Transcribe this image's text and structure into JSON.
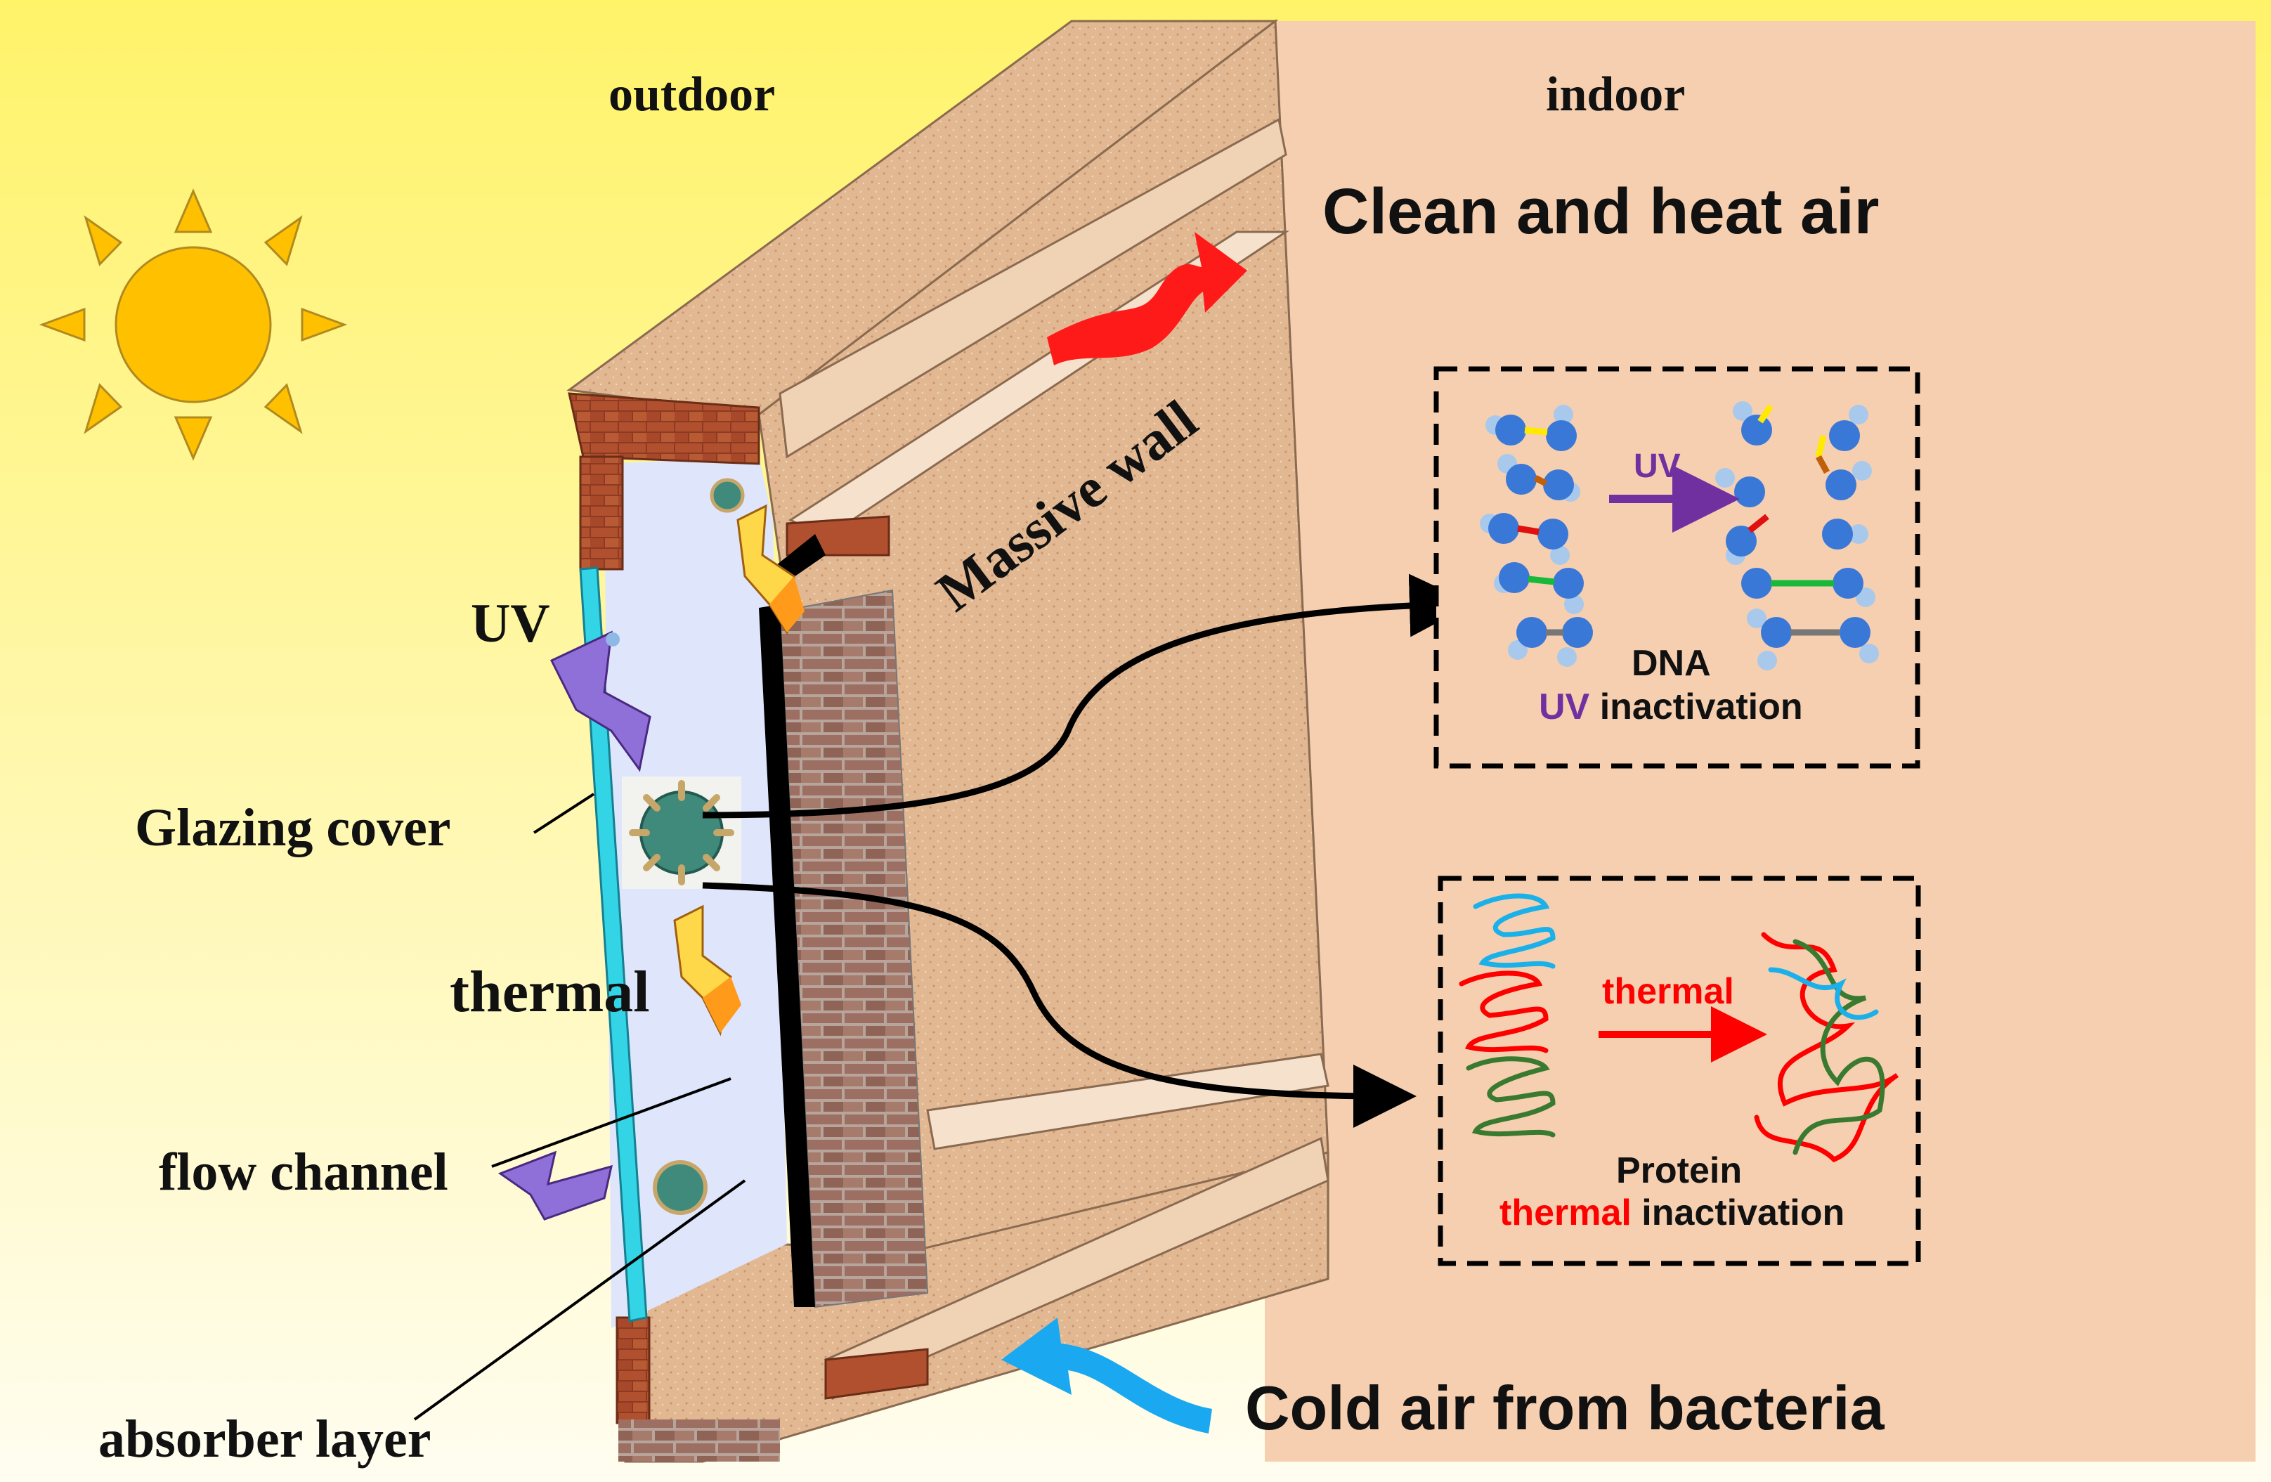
{
  "labels": {
    "outdoor": "outdoor",
    "indoor": "indoor",
    "clean_air": "Clean and heat air",
    "massive_wall": "Massive wall",
    "uv": "UV",
    "glazing_cover": "Glazing cover",
    "thermal": "thermal",
    "flow_channel": "flow channel",
    "absorber_layer": "absorber layer",
    "cold_air": "Cold air from bacteria"
  },
  "dna_box": {
    "arrow_label": "UV",
    "title": "DNA",
    "caption_highlight": "UV",
    "caption_rest": " inactivation"
  },
  "protein_box": {
    "arrow_label": "thermal",
    "title": "Protein",
    "caption_highlight": "thermal",
    "caption_rest": " inactivation"
  },
  "colors": {
    "sky_top": "#fff37a",
    "sky_bottom": "#fffbe8",
    "indoor_bg": "#f5cfb0",
    "wall_face": "#e3b992",
    "glazing": "#33d4e6",
    "channel": "#dfe6fb",
    "sun": "#ffc000",
    "uv_purple": "#7030a0",
    "thermal_red": "#ff0000",
    "hot_arrow": "#ff1a1a",
    "cold_arrow": "#1aa8f0"
  },
  "icons": [
    "sun-icon",
    "uv-bolt-icon",
    "thermal-bolt-icon",
    "bacteria-icon",
    "dna-icon",
    "protein-icon"
  ]
}
